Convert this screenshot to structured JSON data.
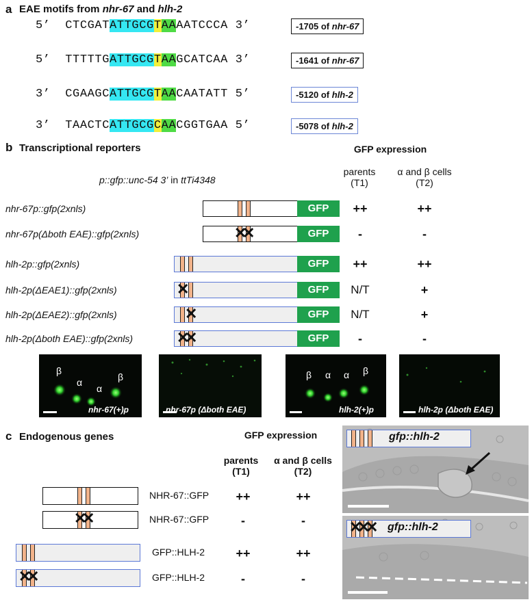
{
  "panel_a": {
    "letter": "a",
    "title_pre": "EAE motifs from ",
    "title_gene1": "nhr-67",
    "title_mid": " and ",
    "title_gene2": "hlh-2",
    "rows": [
      {
        "end5": "5’",
        "pre": "CTCGAT",
        "cyan": "ATTGCG",
        "yellow": "T",
        "green": "AA",
        "post": "AATCCCA",
        "end3": "3’",
        "pos": "-1705 of ",
        "gene": "nhr-67"
      },
      {
        "end5": "5’",
        "pre": "TTTTTG",
        "cyan": "ATTGCG",
        "yellow": "T",
        "green": "AA",
        "post": "GCATCAA",
        "end3": "3’",
        "pos": "-1641 of ",
        "gene": "nhr-67"
      },
      {
        "end5": "3’",
        "pre": "CGAAGC",
        "cyan": "ATTGCG",
        "yellow": "T",
        "green": "AA",
        "post": "CAATATT",
        "end3": "5’",
        "pos": "-5120 of ",
        "gene": "hlh-2"
      },
      {
        "end5": "3’",
        "pre": "TAACTC",
        "cyan": "ATTGCG",
        "yellow": "C",
        "green": "AA",
        "post": "CGGTGAA",
        "end3": "5’",
        "pos": "-5078 of ",
        "gene": "hlh-2"
      }
    ]
  },
  "panel_b": {
    "letter": "b",
    "title": "Transcriptional reporters",
    "gfp_header": "GFP expression",
    "backbone_pre": "p::gfp::unc-54 3’",
    "backbone_mid": " in ",
    "backbone_post": "ttTi4348",
    "col1_line1": "parents",
    "col1_line2": "(T1)",
    "col2_line1": "α and β cells",
    "col2_line2": "(T2)",
    "gfp_label": "GFP",
    "rows": [
      {
        "name": "nhr-67p::gfp(2xnls)",
        "t1": "++",
        "t2": "++"
      },
      {
        "name": "nhr-67p(Δboth EAE)::gfp(2xnls)",
        "t1": "-",
        "t2": "-"
      },
      {
        "name": "hlh-2p::gfp(2xnls)",
        "t1": "++",
        "t2": "++"
      },
      {
        "name": "hlh-2p(ΔEAE1)::gfp(2xnls)",
        "t1": "N/T",
        "t2": "+"
      },
      {
        "name": "hlh-2p(ΔEAE2)::gfp(2xnls)",
        "t1": "N/T",
        "t2": "+"
      },
      {
        "name": "hlh-2p(Δboth EAE)::gfp(2xnls)",
        "t1": "-",
        "t2": "-"
      }
    ],
    "images": [
      {
        "caption": "nhr-67(+)p",
        "labels": [
          "β",
          "α",
          "α",
          "β"
        ]
      },
      {
        "caption": "nhr-67p (Δboth EAE)",
        "labels": []
      },
      {
        "caption": "hlh-2(+)p",
        "labels": [
          "β",
          "α",
          "α",
          "β"
        ]
      },
      {
        "caption": "hlh-2p (Δboth EAE)",
        "labels": []
      }
    ]
  },
  "panel_c": {
    "letter": "c",
    "title": "Endogenous genes",
    "gfp_header": "GFP expression",
    "col1_line1": "parents",
    "col1_line2": "(T1)",
    "col2_line1": "α and β cells",
    "col2_line2": "(T2)",
    "rows": [
      {
        "name": "NHR-67::GFP",
        "t1": "++",
        "t2": "++"
      },
      {
        "name": "NHR-67::GFP",
        "t1": "-",
        "t2": "-"
      },
      {
        "name": "GFP::HLH-2",
        "t1": "++",
        "t2": "++"
      },
      {
        "name": "GFP::HLH-2",
        "t1": "-",
        "t2": "-"
      }
    ],
    "dic_labels": [
      "gfp::hlh-2",
      "gfp::hlh-2"
    ]
  },
  "colors": {
    "cyan": "#35e7f2",
    "yellow": "#f2f03a",
    "green": "#4fdb45",
    "gfp": "#1fa14d",
    "eae": "#f2b38a",
    "hlh_border": "#5b78d6"
  }
}
